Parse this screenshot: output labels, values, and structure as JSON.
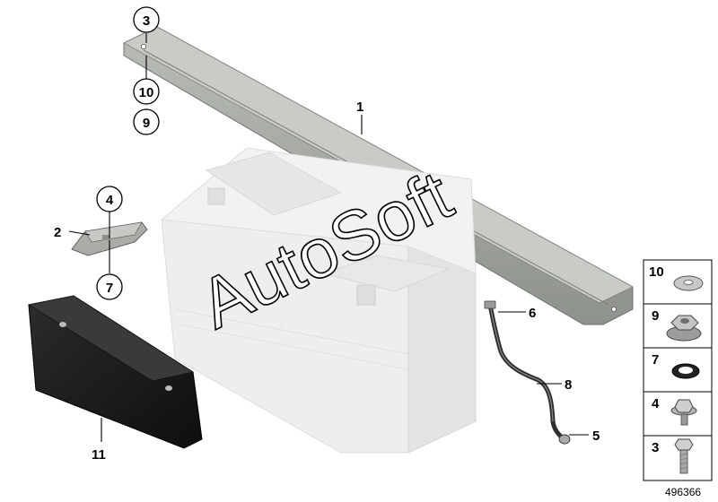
{
  "diagram": {
    "callouts": {
      "c1": "1",
      "c2": "2",
      "c3_top": "3",
      "c4_mid": "4",
      "c5": "5",
      "c6": "6",
      "c7_mid": "7",
      "c8": "8",
      "c9_top": "9",
      "c10_top": "10",
      "c11": "11"
    },
    "legend": [
      {
        "label": "10",
        "part": "washer-icon"
      },
      {
        "label": "9",
        "part": "hex-flange-nut-icon"
      },
      {
        "label": "7",
        "part": "o-ring-icon"
      },
      {
        "label": "4",
        "part": "hex-bolt-with-washer-icon"
      },
      {
        "label": "3",
        "part": "hex-bolt-icon"
      }
    ],
    "watermark": "AutoSoft",
    "reference": "496366"
  }
}
